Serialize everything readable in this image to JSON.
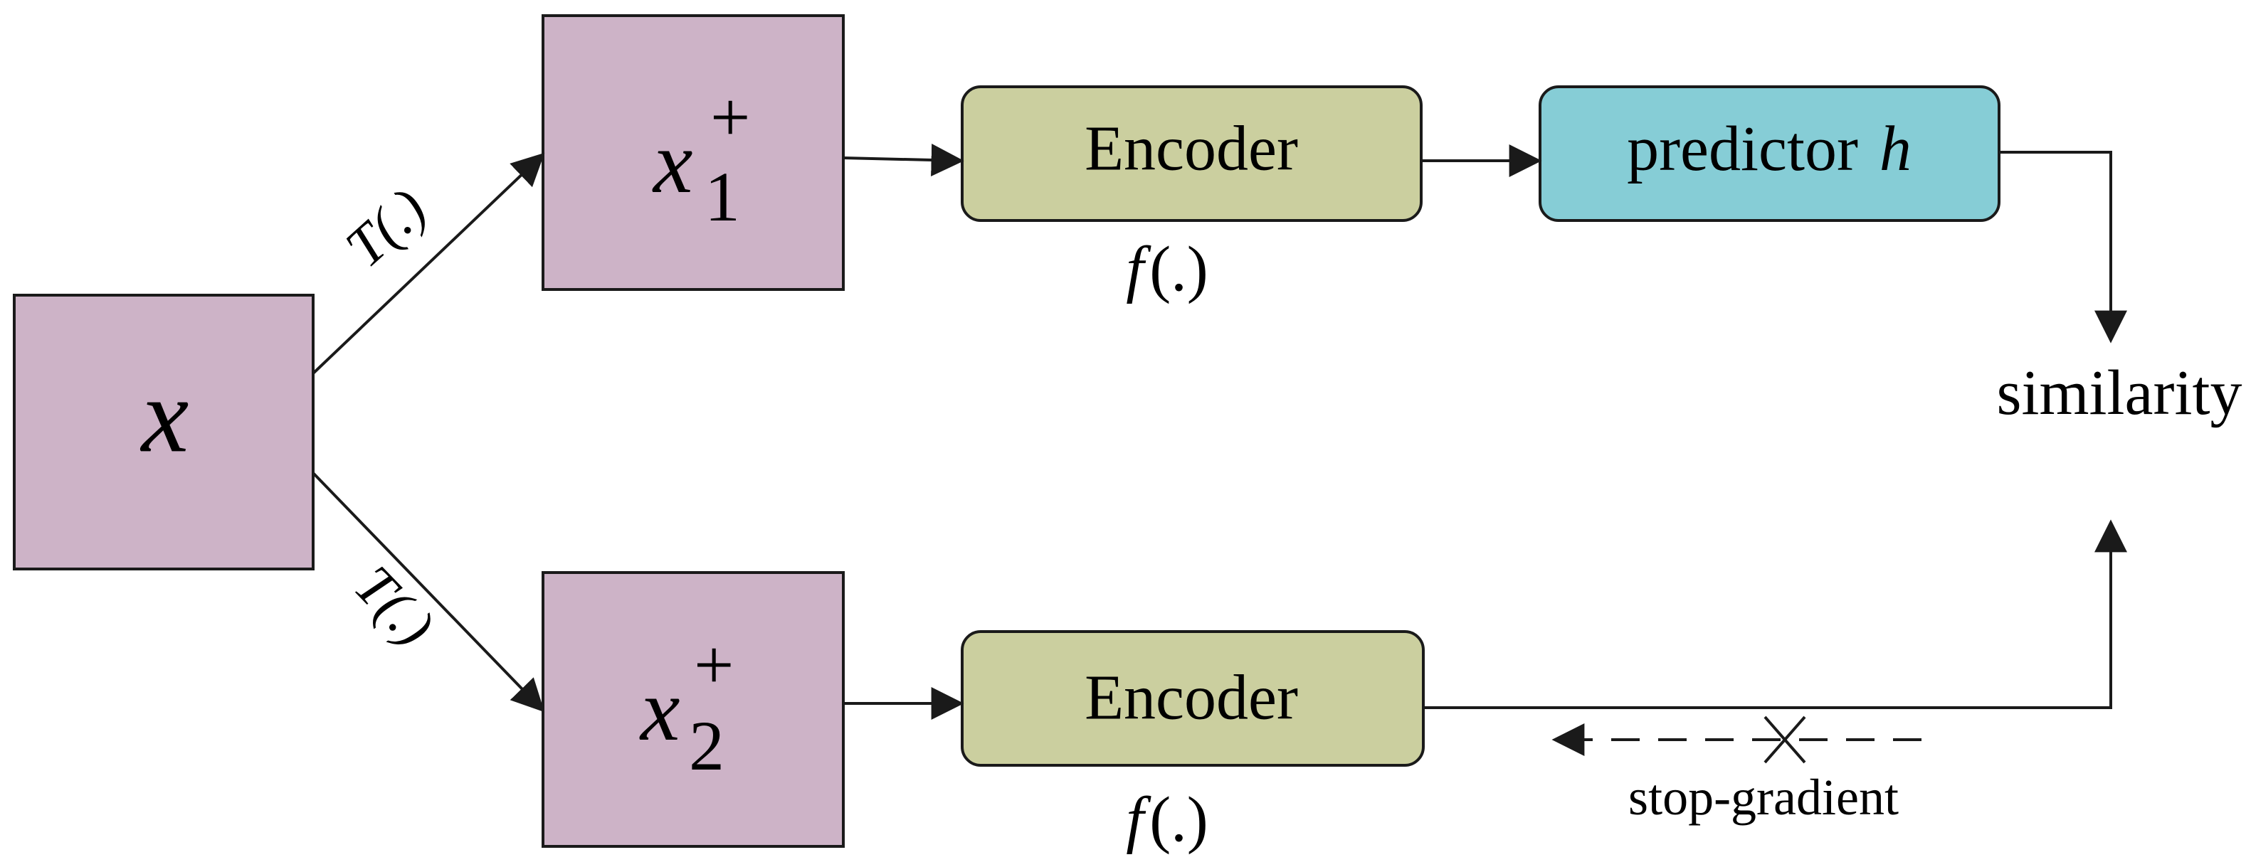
{
  "nodes": {
    "x": {
      "label": "x"
    },
    "x1": {
      "base": "x",
      "sup": "+",
      "sub": "1"
    },
    "x2": {
      "base": "x",
      "sup": "+",
      "sub": "2"
    },
    "encoder_top": {
      "label": "Encoder",
      "caption_fn": "f",
      "caption_args": "(.)"
    },
    "encoder_bottom": {
      "label": "Encoder",
      "caption_fn": "f",
      "caption_args": "(.)"
    },
    "predictor": {
      "label": "predictor",
      "var": "h"
    },
    "similarity": {
      "label": "similarity"
    }
  },
  "edges": {
    "t_top": "T(.)",
    "t_bottom": "T(.)",
    "stop_gradient": "stop-gradient"
  },
  "colors": {
    "input_fill": "#cdb3c7",
    "encoder_fill": "#cbcf9f",
    "predictor_fill": "#86cdd6",
    "stroke": "#1a1a1a"
  }
}
